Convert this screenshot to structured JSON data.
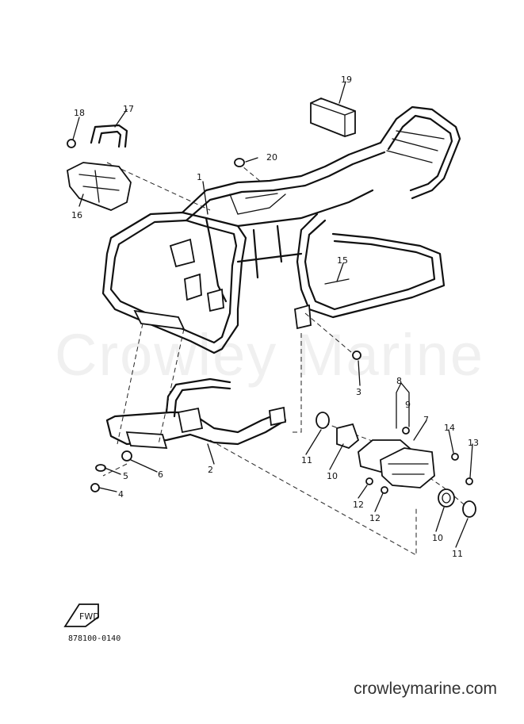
{
  "watermark": "Crowley Marine",
  "footer": "crowleymarine.com",
  "diagram_code": "878100-0140",
  "front_arrow_label": "FWD",
  "callouts": [
    {
      "id": "c1",
      "text": "1"
    },
    {
      "id": "c2",
      "text": "2"
    },
    {
      "id": "c3",
      "text": "3"
    },
    {
      "id": "c4",
      "text": "4"
    },
    {
      "id": "c5",
      "text": "5"
    },
    {
      "id": "c6",
      "text": "6"
    },
    {
      "id": "c7",
      "text": "7"
    },
    {
      "id": "c8",
      "text": "8"
    },
    {
      "id": "c9",
      "text": "9"
    },
    {
      "id": "c10a",
      "text": "10"
    },
    {
      "id": "c10b",
      "text": "10"
    },
    {
      "id": "c11a",
      "text": "11"
    },
    {
      "id": "c11b",
      "text": "11"
    },
    {
      "id": "c12a",
      "text": "12"
    },
    {
      "id": "c12b",
      "text": "12"
    },
    {
      "id": "c13",
      "text": "13"
    },
    {
      "id": "c14",
      "text": "14"
    },
    {
      "id": "c15",
      "text": "15"
    },
    {
      "id": "c16",
      "text": "16"
    },
    {
      "id": "c17",
      "text": "17"
    },
    {
      "id": "c18",
      "text": "18"
    },
    {
      "id": "c19",
      "text": "19"
    },
    {
      "id": "c20",
      "text": "20"
    }
  ]
}
